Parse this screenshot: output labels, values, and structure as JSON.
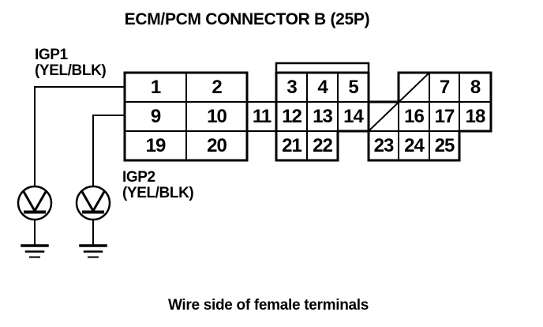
{
  "page": {
    "title": "ECM/PCM CONNECTOR B (25P)",
    "footer": "Wire side of female terminals",
    "background_color": "#ffffff",
    "ink_color": "#000000"
  },
  "probes": [
    {
      "signal": "IGP1",
      "wire_color": "(YEL/BLK)",
      "meter": "voltmeter",
      "connects_to_pin": "1"
    },
    {
      "signal": "IGP2",
      "wire_color": "(YEL/BLK)",
      "meter": "voltmeter",
      "connects_to_pin": "9"
    }
  ],
  "icons": {
    "voltmeter": "circled-V-with-underline",
    "ground": "three-bar-ground"
  },
  "connector": {
    "total_pins": "25",
    "pins": {
      "p1": "1",
      "p2": "2",
      "p3": "3",
      "p4": "4",
      "p5": "5",
      "p7": "7",
      "p8": "8",
      "p9": "9",
      "p10": "10",
      "p11": "11",
      "p12": "12",
      "p13": "13",
      "p14": "14",
      "p16": "16",
      "p17": "17",
      "p18": "18",
      "p19": "19",
      "p20": "20",
      "p21": "21",
      "p22": "22",
      "p23": "23",
      "p24": "24",
      "p25": "25"
    }
  }
}
